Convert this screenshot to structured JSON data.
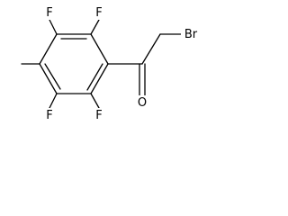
{
  "molecule": {
    "atoms": [
      {
        "id": "f_top_left",
        "symbol": "F"
      },
      {
        "id": "f_top_right",
        "symbol": "F"
      },
      {
        "id": "f_bottom_left",
        "symbol": "F"
      },
      {
        "id": "f_bottom_right",
        "symbol": "F"
      },
      {
        "id": "br",
        "symbol": "Br"
      },
      {
        "id": "o",
        "symbol": "O"
      }
    ],
    "bonds": [
      {
        "from": "ring_c1",
        "to": "ring_c2",
        "order": 1
      },
      {
        "from": "ring_c2",
        "to": "ring_c3",
        "order": 2
      },
      {
        "from": "ring_c3",
        "to": "ring_c4",
        "order": 1
      },
      {
        "from": "ring_c4",
        "to": "ring_c5",
        "order": 2
      },
      {
        "from": "ring_c5",
        "to": "ring_c6",
        "order": 1
      },
      {
        "from": "ring_c6",
        "to": "ring_c1",
        "order": 2
      },
      {
        "from": "ring_c2",
        "to": "f_top_left",
        "order": 1
      },
      {
        "from": "ring_c3",
        "to": "f_top_right",
        "order": 1
      },
      {
        "from": "ring_c1",
        "to": "methyl",
        "order": 1
      },
      {
        "from": "ring_c6",
        "to": "f_bottom_left",
        "order": 1
      },
      {
        "from": "ring_c5",
        "to": "f_bottom_right",
        "order": 1
      },
      {
        "from": "ring_c4",
        "to": "carbonyl_c",
        "order": 1
      },
      {
        "from": "carbonyl_c",
        "to": "o",
        "order": 2
      },
      {
        "from": "carbonyl_c",
        "to": "ch2",
        "order": 1
      },
      {
        "from": "ch2",
        "to": "br",
        "order": 1
      }
    ]
  }
}
